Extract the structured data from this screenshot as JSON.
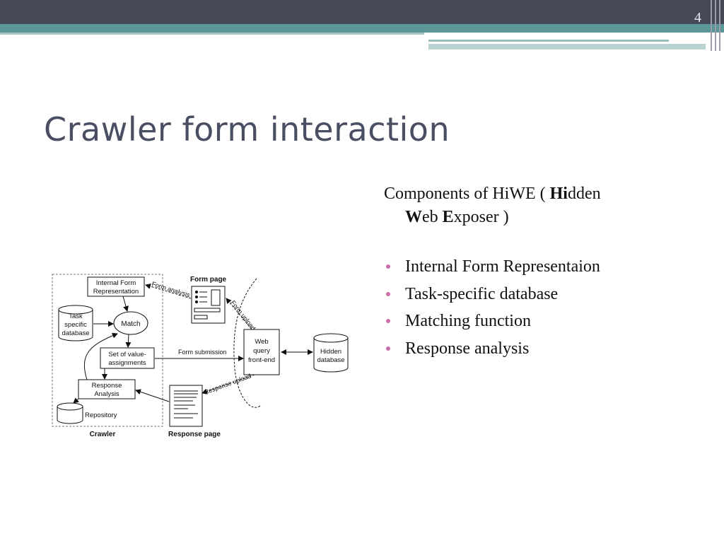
{
  "slide": {
    "page_number": "4",
    "title": "Crawler form interaction"
  },
  "text": {
    "intro_prefix": "Components of HiWE ( ",
    "intro_b1": "Hi",
    "intro_t1": "dden",
    "intro_b2": "W",
    "intro_t2": "eb ",
    "intro_b3": "E",
    "intro_t3": "xposer )",
    "bullets": [
      "Internal Form Representaion",
      "Task-specific database",
      "Matching function",
      "Response analysis"
    ]
  },
  "diagram": {
    "internal_form_1": "Internal Form",
    "internal_form_2": "Representation",
    "task_db_1": "Task",
    "task_db_2": "specific",
    "task_db_3": "database",
    "match": "Match",
    "set_value_1": "Set of value-",
    "set_value_2": "assignments",
    "response_analysis_1": "Response",
    "response_analysis_2": "Analysis",
    "repository": "Repository",
    "crawler": "Crawler",
    "form_page": "Form page",
    "form_analysis": "Form analysis",
    "form_upload": "Form upload",
    "form_submission": "Form submission",
    "response_upload": "Response upload",
    "response_page": "Response page",
    "web_query_1": "Web",
    "web_query_2": "query",
    "web_query_3": "front-end",
    "hidden_db_1": "Hidden",
    "hidden_db_2": "database"
  }
}
